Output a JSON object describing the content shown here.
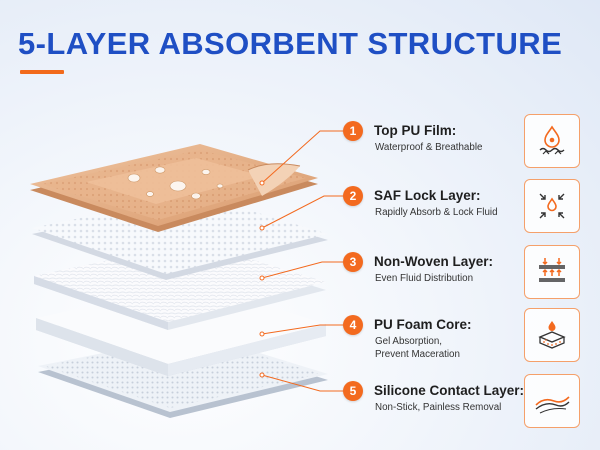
{
  "title": "5-LAYER ABSORBENT STRUCTURE",
  "colors": {
    "title": "#1f4fc4",
    "accent": "#f36a1f",
    "pad_top": "#e5ae85",
    "pad_white": "#ffffff"
  },
  "layers": [
    {
      "number": "1",
      "title": "Top PU Film:",
      "desc_lines": [
        "Waterproof & Breathable"
      ],
      "icon": "water-drop-waves-icon"
    },
    {
      "number": "2",
      "title": "SAF Lock Layer:",
      "desc_lines": [
        "Rapidly Absorb & Lock Fluid"
      ],
      "icon": "drop-absorb-arrows-icon"
    },
    {
      "number": "3",
      "title": "Non-Woven Layer:",
      "desc_lines": [
        "Even Fluid Distribution"
      ],
      "icon": "fluid-distribution-icon"
    },
    {
      "number": "4",
      "title": "PU Foam Core:",
      "desc_lines": [
        "Gel Absorption,",
        "Prevent Maceration"
      ],
      "icon": "foam-core-icon"
    },
    {
      "number": "5",
      "title": "Silicone Contact Layer:",
      "desc_lines": [
        "Non-Stick, Painless Removal"
      ],
      "icon": "skin-contact-icon"
    }
  ]
}
